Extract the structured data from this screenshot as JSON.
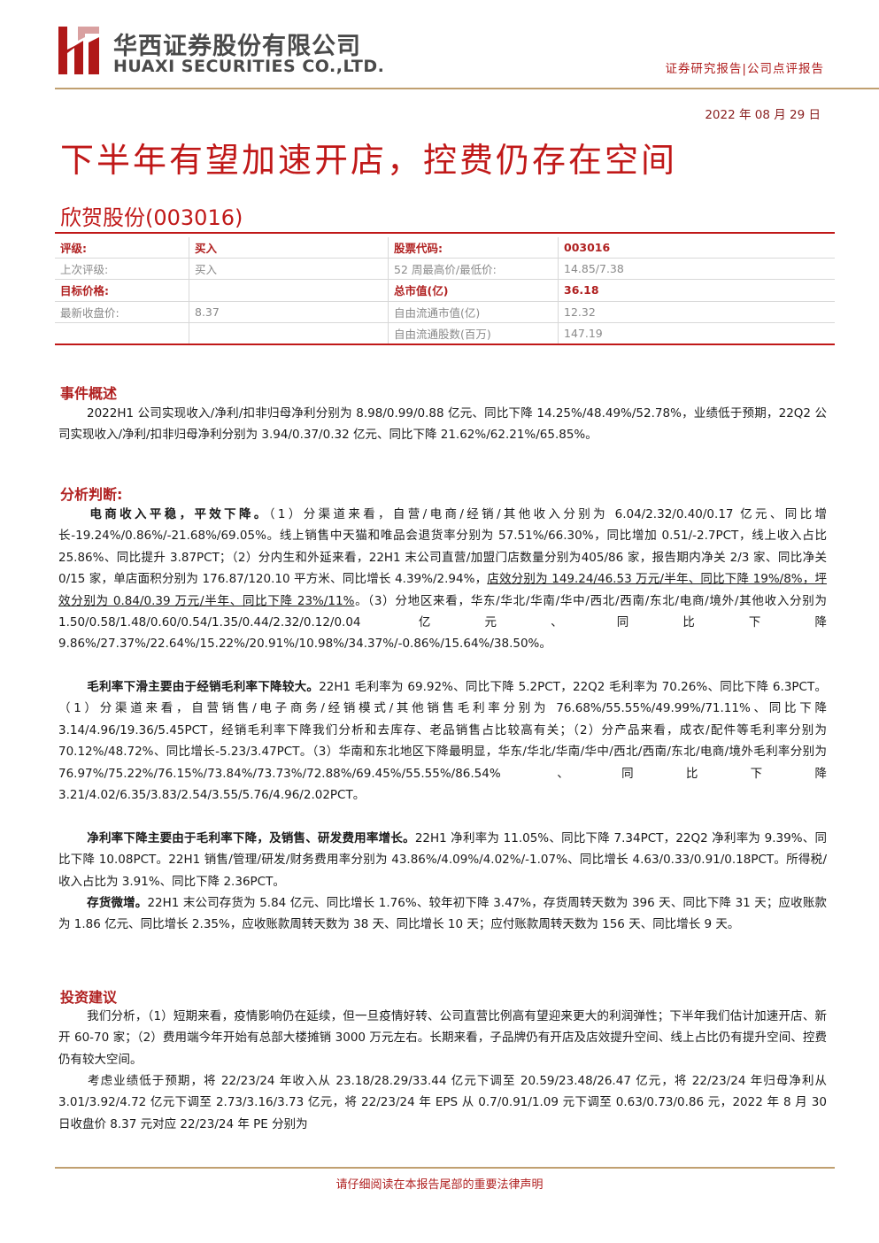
{
  "header": {
    "company_cn": "华西证券股份有限公司",
    "company_en": "HUAXI SECURITIES CO.,LTD.",
    "report_type": "证券研究报告|公司点评报告",
    "date": "2022 年 08 月 29 日"
  },
  "title": "下半年有望加速开店，控费仍存在空间",
  "stock_name": "欣贺股份(003016)",
  "info_table": {
    "rows": [
      {
        "l1": "评级:",
        "v1": "买入",
        "l2": "股票代码:",
        "v2": "003016"
      },
      {
        "l1": "上次评级:",
        "v1": "买入",
        "l2": "52 周最高价/最低价:",
        "v2": "14.85/7.38"
      },
      {
        "l1": "目标价格:",
        "v1": "",
        "l2": "总市值(亿)",
        "v2": "36.18"
      },
      {
        "l1": "最新收盘价:",
        "v1": "8.37",
        "l2": "自由流通市值(亿)",
        "v2": "12.32"
      },
      {
        "l1": "",
        "v1": "",
        "l2": "自由流通股数(百万)",
        "v2": "147.19"
      }
    ]
  },
  "sections": {
    "event": {
      "heading": "事件概述",
      "p1": "2022H1 公司实现收入/净利/扣非归母净利分别为 8.98/0.99/0.88 亿元、同比下降 14.25%/48.49%/52.78%，业绩低于预期，22Q2 公司实现收入/净利/扣非归母净利分别为 3.94/0.37/0.32 亿元、同比下降 21.62%/62.21%/65.85%。"
    },
    "analysis": {
      "heading": "分析判断:",
      "p1_lead": "电商收入平稳，平效下降。",
      "p1_a": "（1）分渠道来看，自营/电商/经销/其他收入分别为 6.04/2.32/0.40/0.17 亿元、同比增长-19.24%/0.86%/-21.68%/69.05%。线上销售中天猫和唯品会退货率分别为 57.51%/66.30%，同比增加 0.51/-2.7PCT，线上收入占比 25.86%、同比提升 3.87PCT；（2）分内生和外延来看，22H1 末公司直营/加盟门店数量分别为405/86 家，报告期内净关 2/3 家、同比净关 0/15 家，单店面积分别为 176.87/120.10 平方米、同比增长 4.39%/2.94%，",
      "p1_u": "店效分别为 149.24/46.53 万元/半年、同比下降 19%/8%，坪效分别为 0.84/0.39 万元/半年、同比下降 23%/11%",
      "p1_b": "。（3）分地区来看，华东/华北/华南/华中/西北/西南/东北/电商/境外/其他收入分别为 1.50/0.58/1.48/0.60/0.54/1.35/0.44/2.32/0.12/0.04 亿元、同比下降 9.86%/27.37%/22.64%/15.22%/20.91%/10.98%/34.37%/-0.86%/15.64%/38.50%。",
      "p2_lead": "毛利率下滑主要由于经销毛利率下降较大。",
      "p2": "22H1 毛利率为 69.92%、同比下降 5.2PCT，22Q2 毛利率为 70.26%、同比下降 6.3PCT。（1）分渠道来看，自营销售/电子商务/经销模式/其他销售毛利率分别为 76.68%/55.55%/49.99%/71.11%、同比下降 3.14/4.96/19.36/5.45PCT，经销毛利率下降我们分析和去库存、老品销售占比较高有关；（2）分产品来看，成衣/配件等毛利率分别为 70.12%/48.72%、同比增长-5.23/3.47PCT。（3）华南和东北地区下降最明显，华东/华北/华南/华中/西北/西南/东北/电商/境外毛利率分别为 76.97%/75.22%/76.15%/73.84%/73.73%/72.88%/69.45%/55.55%/86.54% 、同比下降 3.21/4.02/6.35/3.83/2.54/3.55/5.76/4.96/2.02PCT。",
      "p3_lead": "净利率下降主要由于毛利率下降，及销售、研发费用率增长。",
      "p3": "22H1 净利率为 11.05%、同比下降 7.34PCT，22Q2 净利率为 9.39%、同比下降 10.08PCT。22H1 销售/管理/研发/财务费用率分别为 43.86%/4.09%/4.02%/-1.07%、同比增长 4.63/0.33/0.91/0.18PCT。所得税/收入占比为 3.91%、同比下降 2.36PCT。",
      "p4_lead": "存货微增。",
      "p4": "22H1 末公司存货为 5.84 亿元、同比增长 1.76%、较年初下降 3.47%，存货周转天数为 396 天、同比下降 31 天；应收账款为 1.86 亿元、同比增长 2.35%，应收账款周转天数为 38 天、同比增长 10 天；应付账款周转天数为 156 天、同比增长 9 天。"
    },
    "invest": {
      "heading": "投资建议",
      "p1": "我们分析，（1）短期来看，疫情影响仍在延续，但一旦疫情好转、公司直营比例高有望迎来更大的利润弹性；下半年我们估计加速开店、新开 60-70 家；（2）费用端今年开始有总部大楼摊销 3000 万元左右。长期来看，子品牌仍有开店及店效提升空间、线上占比仍有提升空间、控费仍有较大空间。",
      "p2": "考虑业绩低于预期，将 22/23/24 年收入从 23.18/28.29/33.44 亿元下调至 20.59/23.48/26.47 亿元，将 22/23/24 年归母净利从 3.01/3.92/4.72 亿元下调至 2.73/3.16/3.73 亿元，将 22/23/24 年 EPS 从 0.7/0.91/1.09 元下调至 0.63/0.73/0.86 元，2022 年 8 月 30 日收盘价 8.37 元对应 22/23/24 年 PE 分别为"
    }
  },
  "footer": "请仔细阅读在本报告尾部的重要法律声明",
  "colors": {
    "brand_red": "#c01818",
    "gold": "#c0a070"
  }
}
